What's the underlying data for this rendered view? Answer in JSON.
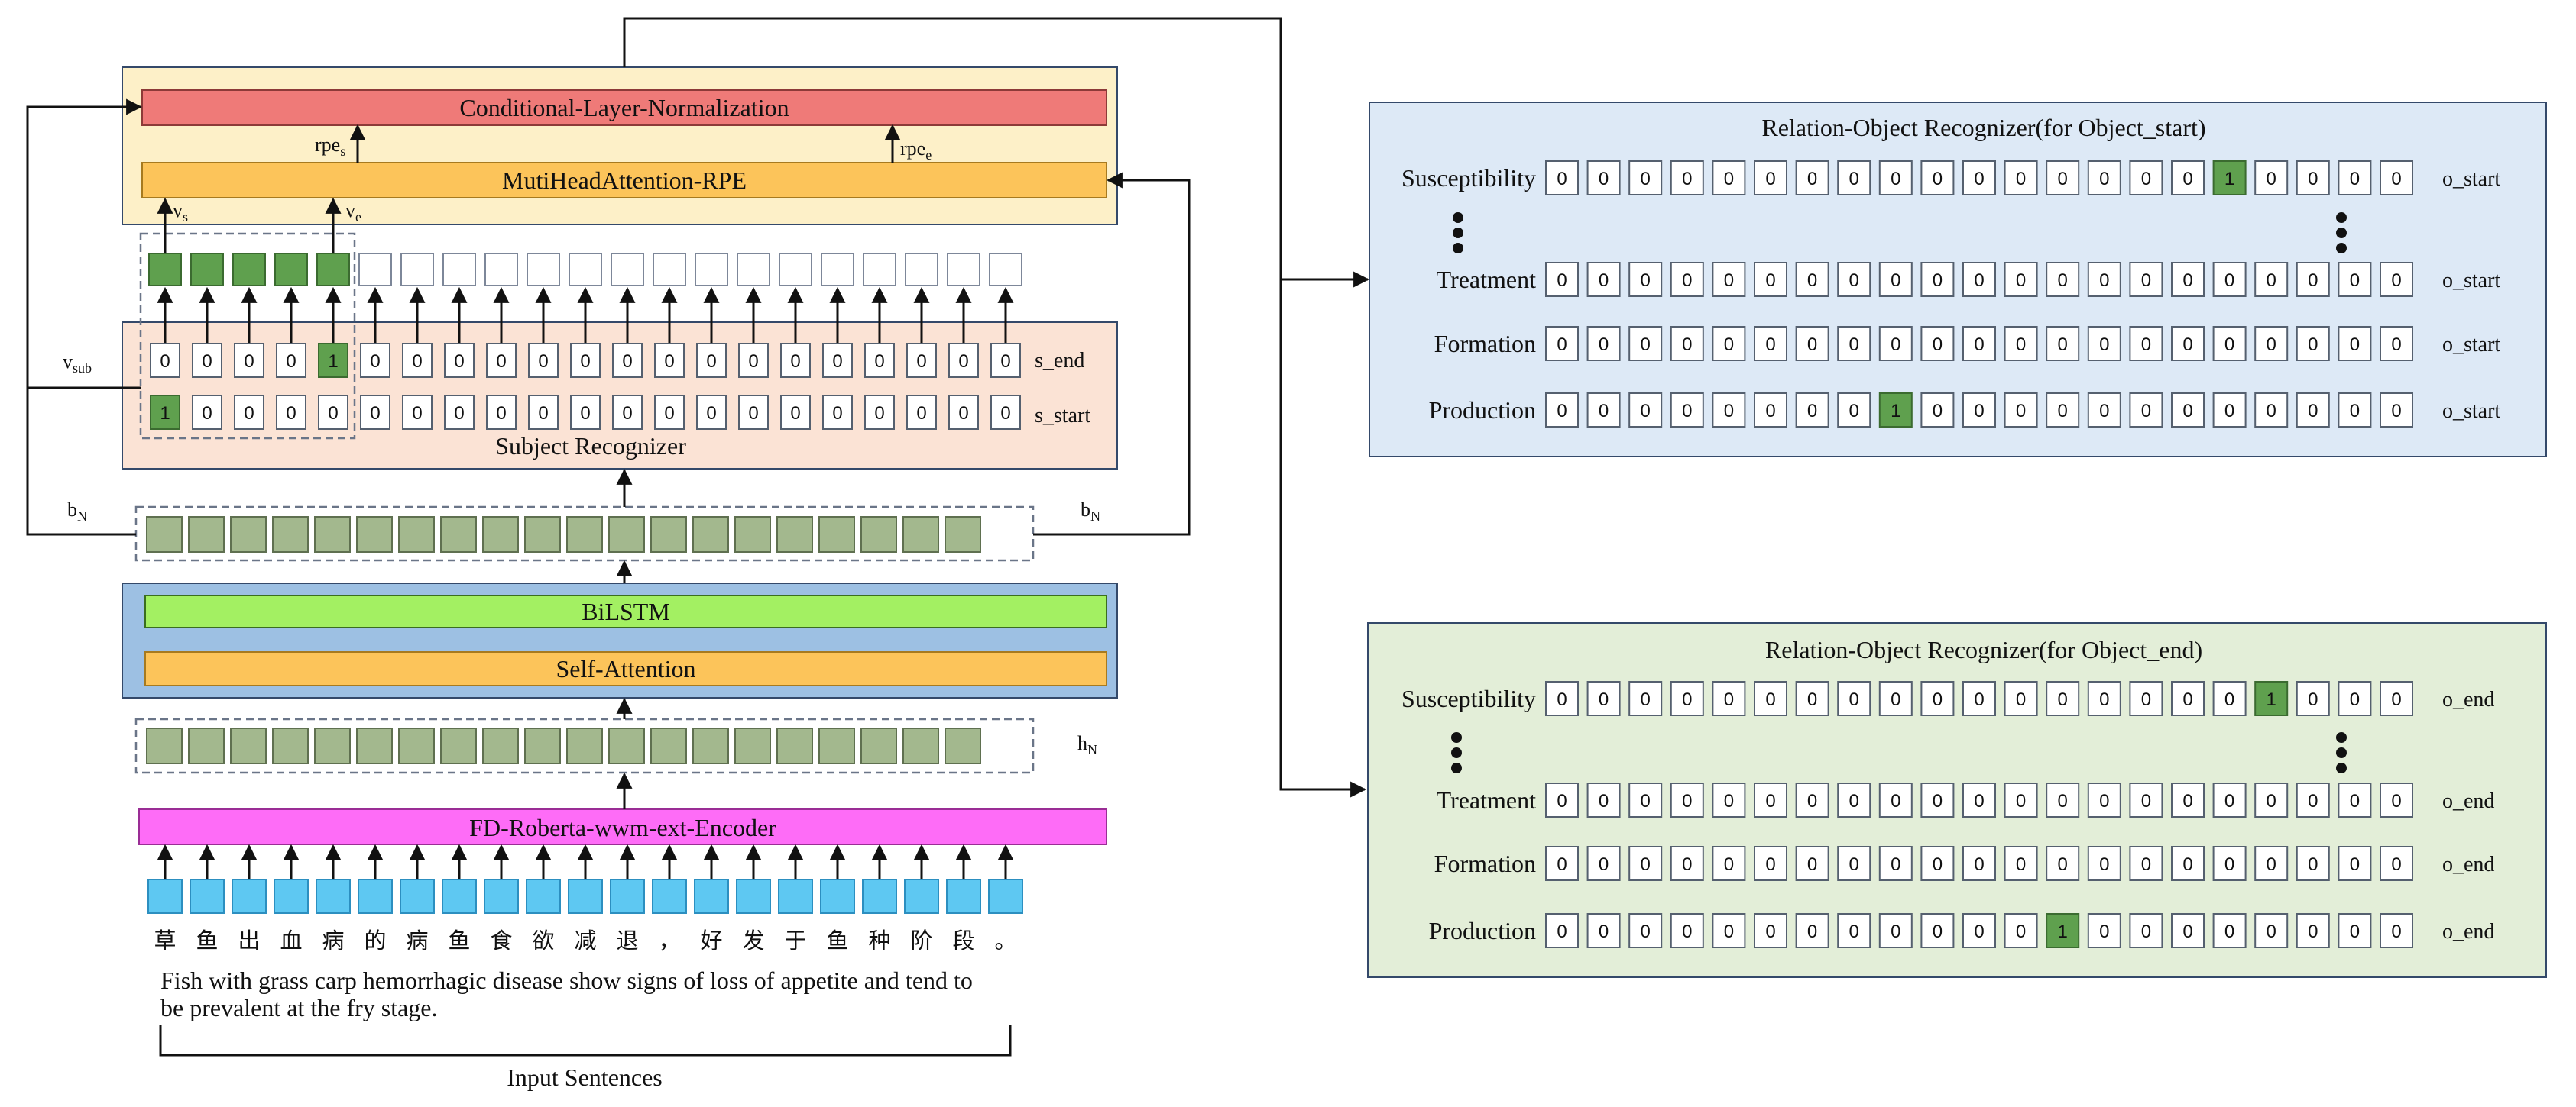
{
  "left": {
    "cln_label": "Conditional-Layer-Normalization",
    "mha_label": "MutiHeadAttention-RPE",
    "rpe_s": {
      "base": "rpe",
      "sub": "s"
    },
    "rpe_e": {
      "base": "rpe",
      "sub": "e"
    },
    "v_s": {
      "base": "v",
      "sub": "s"
    },
    "v_e": {
      "base": "v",
      "sub": "e"
    },
    "v_sub": {
      "base": "v",
      "sub": "sub"
    },
    "b_n_left": {
      "base": "b",
      "sub": "N"
    },
    "b_n_right": {
      "base": "b",
      "sub": "N"
    },
    "h_n": {
      "base": "h",
      "sub": "N"
    },
    "subject_recognizer_label": "Subject Recognizer",
    "s_end_label": "s_end",
    "s_start_label": "s_start",
    "s_end_values": [
      "0",
      "0",
      "0",
      "0",
      "1",
      "0",
      "0",
      "0",
      "0",
      "0",
      "0",
      "0",
      "0",
      "0",
      "0",
      "0",
      "0",
      "0",
      "0",
      "0",
      "0"
    ],
    "s_start_values": [
      "1",
      "0",
      "0",
      "0",
      "0",
      "0",
      "0",
      "0",
      "0",
      "0",
      "0",
      "0",
      "0",
      "0",
      "0",
      "0",
      "0",
      "0",
      "0",
      "0",
      "0"
    ],
    "bilstm_label": "BiLSTM",
    "self_attention_label": "Self-Attention",
    "encoder_label": "FD-Roberta-wwm-ext-Encoder",
    "chars": [
      "草",
      "鱼",
      "出",
      "血",
      "病",
      "的",
      "病",
      "鱼",
      "食",
      "欲",
      "减",
      "退",
      "，",
      "好",
      "发",
      "于",
      "鱼",
      "种",
      "阶",
      "段",
      "。"
    ],
    "sentence_line1": "Fish with grass carp hemorrhagic disease show signs of loss of appetite and tend to",
    "sentence_line2": "be prevalent at the fry stage.",
    "input_sentences_label": "Input Sentences"
  },
  "right": {
    "start_panel": {
      "title": "Relation-Object Recognizer(for Object_start)",
      "tag": "o_start",
      "rows": [
        {
          "relation": "Susceptibility",
          "values": [
            "0",
            "0",
            "0",
            "0",
            "0",
            "0",
            "0",
            "0",
            "0",
            "0",
            "0",
            "0",
            "0",
            "0",
            "0",
            "0",
            "1",
            "0",
            "0",
            "0",
            "0"
          ]
        },
        {
          "relation": "Treatment",
          "values": [
            "0",
            "0",
            "0",
            "0",
            "0",
            "0",
            "0",
            "0",
            "0",
            "0",
            "0",
            "0",
            "0",
            "0",
            "0",
            "0",
            "0",
            "0",
            "0",
            "0",
            "0"
          ]
        },
        {
          "relation": "Formation",
          "values": [
            "0",
            "0",
            "0",
            "0",
            "0",
            "0",
            "0",
            "0",
            "0",
            "0",
            "0",
            "0",
            "0",
            "0",
            "0",
            "0",
            "0",
            "0",
            "0",
            "0",
            "0"
          ]
        },
        {
          "relation": "Production",
          "values": [
            "0",
            "0",
            "0",
            "0",
            "0",
            "0",
            "0",
            "0",
            "1",
            "0",
            "0",
            "0",
            "0",
            "0",
            "0",
            "0",
            "0",
            "0",
            "0",
            "0",
            "0"
          ]
        }
      ]
    },
    "end_panel": {
      "title": "Relation-Object Recognizer(for Object_end)",
      "tag": "o_end",
      "rows": [
        {
          "relation": "Susceptibility",
          "values": [
            "0",
            "0",
            "0",
            "0",
            "0",
            "0",
            "0",
            "0",
            "0",
            "0",
            "0",
            "0",
            "0",
            "0",
            "0",
            "0",
            "0",
            "1",
            "0",
            "0",
            "0"
          ]
        },
        {
          "relation": "Treatment",
          "values": [
            "0",
            "0",
            "0",
            "0",
            "0",
            "0",
            "0",
            "0",
            "0",
            "0",
            "0",
            "0",
            "0",
            "0",
            "0",
            "0",
            "0",
            "0",
            "0",
            "0",
            "0"
          ]
        },
        {
          "relation": "Formation",
          "values": [
            "0",
            "0",
            "0",
            "0",
            "0",
            "0",
            "0",
            "0",
            "0",
            "0",
            "0",
            "0",
            "0",
            "0",
            "0",
            "0",
            "0",
            "0",
            "0",
            "0",
            "0"
          ]
        },
        {
          "relation": "Production",
          "values": [
            "0",
            "0",
            "0",
            "0",
            "0",
            "0",
            "0",
            "0",
            "0",
            "0",
            "0",
            "0",
            "1",
            "0",
            "0",
            "0",
            "0",
            "0",
            "0",
            "0",
            "0"
          ]
        }
      ]
    }
  },
  "colors": {
    "cell_highlight": "#5fa04e",
    "token_green": "#a3b88e",
    "token_blue": "#5ec8f2",
    "cln": "#ef7a78",
    "mha": "#fcc45a",
    "top_panel": "#fdf0c8",
    "subject_panel": "#fbe3d5",
    "encoder_panel": "#9dc0e3",
    "bilstm": "#a3f062",
    "roberta": "#fe6cf7",
    "start_panel": "#dde9f6",
    "end_panel": "#e3eed8"
  }
}
